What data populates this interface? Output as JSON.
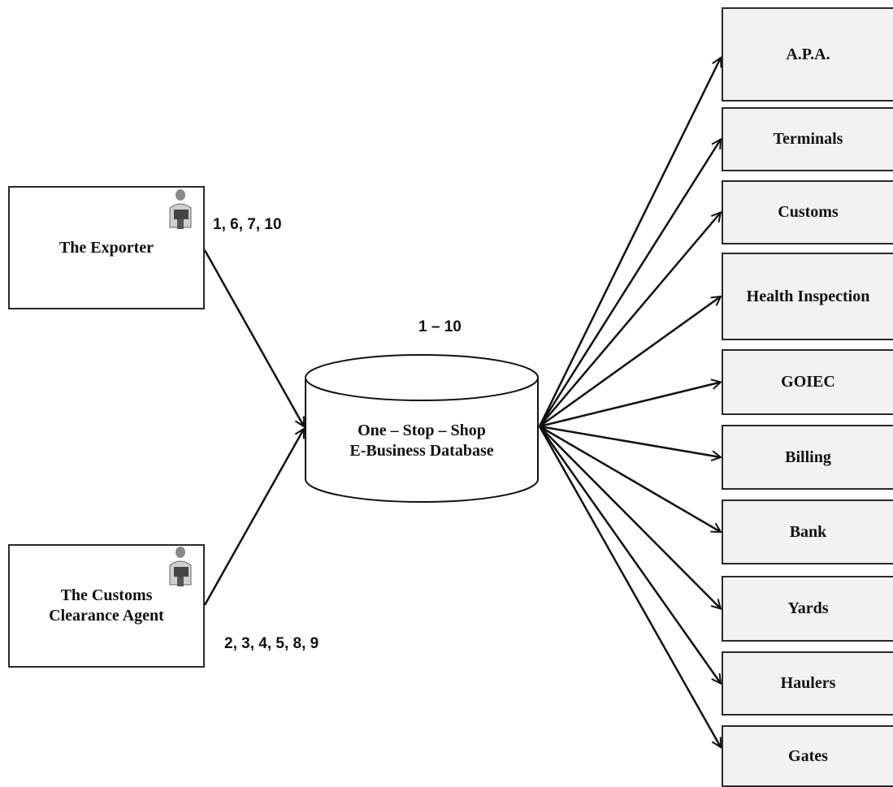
{
  "sources": [
    {
      "label": "The Exporter",
      "steps": "1, 6, 7, 10"
    },
    {
      "label_line1": "The Customs",
      "label_line2": "Clearance Agent",
      "steps": "2, 3, 4, 5, 8, 9"
    }
  ],
  "database": {
    "line1": "One – Stop – Shop",
    "line2": "E-Business Database",
    "steps": "1 – 10"
  },
  "destinations": [
    "A.P.A.",
    "Terminals",
    "Customs",
    "Health Inspection",
    "GOIEC",
    "Billing",
    "Bank",
    "Yards",
    "Haulers",
    "Gates"
  ],
  "icons": [
    "person-with-laptop-icon",
    "person-with-laptop-icon"
  ],
  "colors": {
    "stroke": "#111111",
    "box_fill": "#f2f2f2"
  }
}
